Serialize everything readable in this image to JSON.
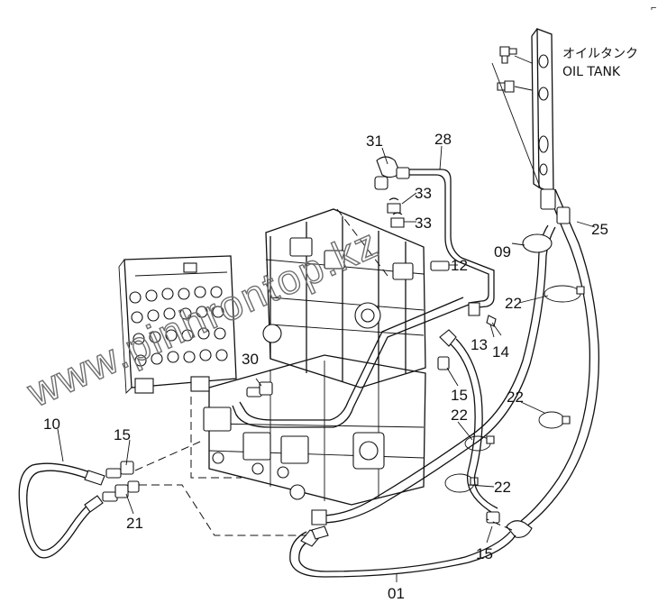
{
  "tank_label_jp": "オイルタンク",
  "tank_label_en": "OIL TANK",
  "watermark": "www.pinhrontop.kz",
  "corner_mark": "⌐",
  "parts": [
    {
      "id": "p31",
      "text": "31"
    },
    {
      "id": "p28",
      "text": "28"
    },
    {
      "id": "p33a",
      "text": "33"
    },
    {
      "id": "p33b",
      "text": "33"
    },
    {
      "id": "p12",
      "text": "12"
    },
    {
      "id": "p09",
      "text": "09"
    },
    {
      "id": "p25",
      "text": "25"
    },
    {
      "id": "p22a",
      "text": "22"
    },
    {
      "id": "p13",
      "text": "13"
    },
    {
      "id": "p14",
      "text": "14"
    },
    {
      "id": "p30",
      "text": "30"
    },
    {
      "id": "p15a",
      "text": "15"
    },
    {
      "id": "p22b",
      "text": "22"
    },
    {
      "id": "p22c",
      "text": "22"
    },
    {
      "id": "p10",
      "text": "10"
    },
    {
      "id": "p15b",
      "text": "15"
    },
    {
      "id": "p21",
      "text": "21"
    },
    {
      "id": "p22d",
      "text": "22"
    },
    {
      "id": "p15c",
      "text": "15"
    },
    {
      "id": "p01",
      "text": "01"
    }
  ]
}
